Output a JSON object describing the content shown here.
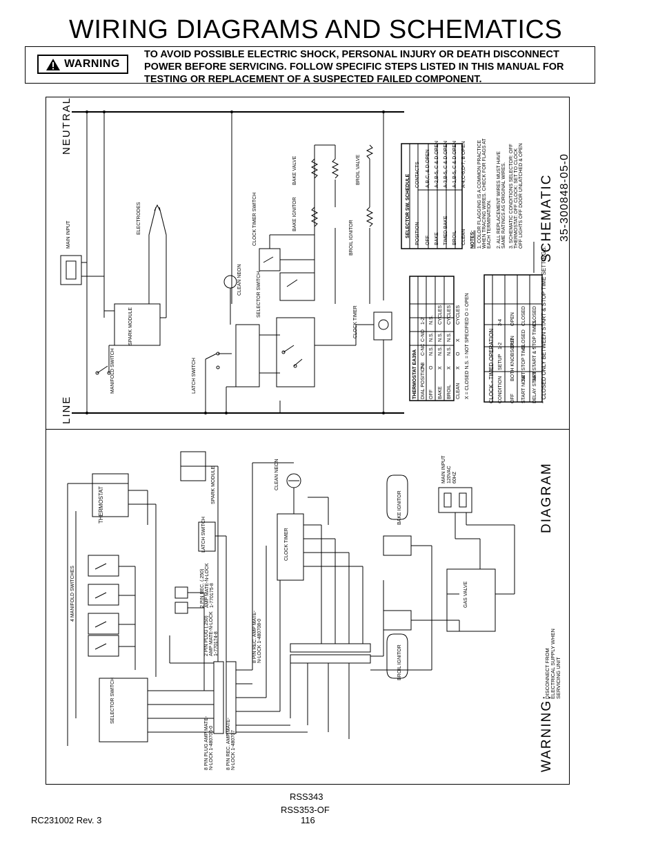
{
  "page": {
    "title": "WIRING DIAGRAMS AND SCHEMATICS",
    "warning_label": "WARNING",
    "warning_text": "TO AVOID POSSIBLE ELECTRIC SHOCK, PERSONAL INJURY OR DEATH DISCONNECT POWER BEFORE SERVICING.  FOLLOW SPECIFIC STEPS LISTED IN THIS MANUAL FOR TESTING OR REPLACEMENT OF A SUSPECTED FAILED COMPONENT."
  },
  "schematic": {
    "neutral_label": "NEUTRAL",
    "line_label": "LINE",
    "schematic_label": "SCHEMATIC",
    "part_number": "35-300848-05-0",
    "components": {
      "main_input": "MAIN INPUT",
      "electrodes": "ELECTRODES",
      "spark_module": "SPARK MODULE",
      "manifold_switch": "MANIFOLD SWITCH",
      "latch_switch": "LATCH SWITCH",
      "clean_neon": "CLEAN NEON",
      "selector_switch": "SELECTOR SWITCH",
      "clock_timer_switch": "CLOCK TIMER SWITCH",
      "bake_ignitor": "BAKE IGNITOR",
      "bake_valve": "BAKE VALVE",
      "broil_ignitor": "BROIL IGNITOR",
      "broil_valve": "BROIL VALVE",
      "clock_timer": "CLOCK TIMER"
    },
    "selector_schedule": {
      "title": "SELECTOR SW. SCHEDULE",
      "headers": [
        "POSITION",
        "CONTACTS"
      ],
      "rows": [
        [
          "OFF",
          "A,B,C, & D OPEN"
        ],
        [
          "BAKE",
          "A-2,B-5, C & D OPEN"
        ],
        [
          "TIMED BAKE",
          "A-3,B-5, C & D OPEN"
        ],
        [
          "BROIL",
          "A-1,B-5, C & D OPEN"
        ],
        [
          "CLEAN",
          "A-4,C-6,D-7, B OPEN"
        ]
      ]
    },
    "notes": {
      "title": "NOTES:",
      "items": [
        "1. COLOR FLAGGING IS A COMMON PRACTICE WHEN TRACING WIRES. CHECK FOR FLAGS AT EACH TERMINATION.",
        "2. ALL REPLACEMENT WIRES MUST HAVE SAME RATINGS AS ORIGINAL WIRES.",
        "3. SCHEMATIC CONDITIONS SELECTOR: OFF THERMOSTAT: OFF CLOCK: SET TO CLOCK OFF LIGHTS OFF DOOR UNLATCHED & OPEN"
      ]
    },
    "thermostat_table": {
      "title": "THERMOSTAT EA39A",
      "headers": [
        "DIAL POSITION",
        "7-8",
        "C-NC",
        "C-NO",
        "1-2"
      ],
      "rows": [
        [
          "OFF",
          "O",
          "N.S.",
          "N.S.",
          "N.S."
        ],
        [
          "BAKE",
          "X",
          "N.S.",
          "N.S.",
          "CYCLES"
        ],
        [
          "BROIL",
          "X",
          "N.S.",
          "N.S.",
          "CYCLES"
        ],
        [
          "CLEAN",
          "X",
          "O",
          "X",
          "CYCLES"
        ]
      ],
      "legend": "X = CLOSED   N.S. = NOT SPECIFIED   O = OPEN"
    },
    "clock_table": {
      "title": "CLOCK - TIMED OPERATION",
      "headers": [
        "CONDITION",
        "SETUP",
        "1-2",
        "3-4"
      ],
      "rows": [
        [
          "OFF",
          "BOTH KNOBS OUT",
          "OPEN",
          "OPEN"
        ],
        [
          "START NOW",
          "SET STOP TIME",
          "CLOSED",
          "CLOSED"
        ],
        [
          "DELAY START",
          "SET START & STOP TIMES",
          "*",
          "CLOSED"
        ]
      ],
      "note": "* CLOSED ONLY BETWEEN START & STOP TIME SETTINGS."
    }
  },
  "diagram": {
    "diagram_label": "DIAGRAM",
    "warning_prefix": "WARNING:",
    "warning_text": "DISCONNECT FROM ELECTRICAL SUPPLY WHEN SERVICING UNIT",
    "components": {
      "thermostat": "THERMOSTAT",
      "manifold_switches": "4 MANIFOLD SWITCHES",
      "selector_switch": "SELECTOR SWITCH",
      "spark_module": "SPARK MODULE",
      "latch_switch": "LATCH SWITCH",
      "clean_neon": "CLEAN NEON",
      "clock_timer": "CLOCK TIMER",
      "bake_ignitor": "BAKE IGNITOR",
      "broil_ignitor": "BROIL IGNITOR",
      "gas_valve": "GAS VALVE",
      "main_input": "MAIN INPUT 120VAC 60HZ",
      "plug_2pin_rec": "2 PIN REC. (.250) AMP MATE-N-LOCK 1-770175-8",
      "plug_2pin": "2 PIN PLUG (.250) AMP MATE-N-LOCK 1-770174-8",
      "plug_8pin_rec_top": "8 PIN REC. AMP MATE-N-LOCK 1-480708-0",
      "plug_8pin_rec_bottom": "8 PIN REC. AMP MATE-N-LOCK 1-480707",
      "plug_8pin_plug": "8 PIN PLUG AMP MATE-N-LOCK 1-480706-0"
    }
  },
  "footer": {
    "doc_id": "RC231002  Rev. 3",
    "model_1": "RSS343",
    "model_2": "RSS353-OF",
    "page_number": "116"
  }
}
